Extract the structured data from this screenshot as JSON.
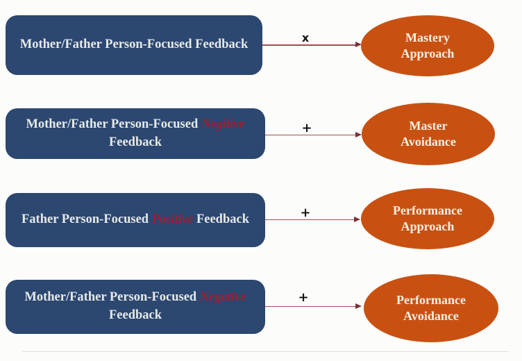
{
  "colors": {
    "box_fill": "#2C4770",
    "box_text": "#E6EAE9",
    "ellipse_fill": "#C85112",
    "ellipse_text": "#F6F0E4",
    "highlight_red": "#A61C30",
    "arrow_line": "#A04E57",
    "arrow_head": "#7C3038",
    "sign_color": "#141414",
    "background": "#FCFCFA"
  },
  "rows": [
    {
      "box": {
        "pre": "Mother/Father Person-Focused Feedback",
        "highlight": "",
        "post": ""
      },
      "sign": "x",
      "ellipse": {
        "line1": "Mastery",
        "line2": "Approach"
      }
    },
    {
      "box": {
        "pre": "Mother/Father Person-Focused ",
        "highlight": "Negitive",
        "post": "Feedback"
      },
      "sign": "+",
      "ellipse": {
        "line1": "Master",
        "line2": "Avoidance"
      }
    },
    {
      "box": {
        "pre": "Father Person-Focused ",
        "highlight": "Positive",
        "post": " Feedback"
      },
      "sign": "+",
      "ellipse": {
        "line1": "Performance",
        "line2": "Approach"
      }
    },
    {
      "box": {
        "pre": "Mother/Father Person-Focused ",
        "highlight": "Negative",
        "post": "Feedback"
      },
      "sign": "+",
      "ellipse": {
        "line1": "Performance",
        "line2": "Avoidance"
      }
    }
  ]
}
